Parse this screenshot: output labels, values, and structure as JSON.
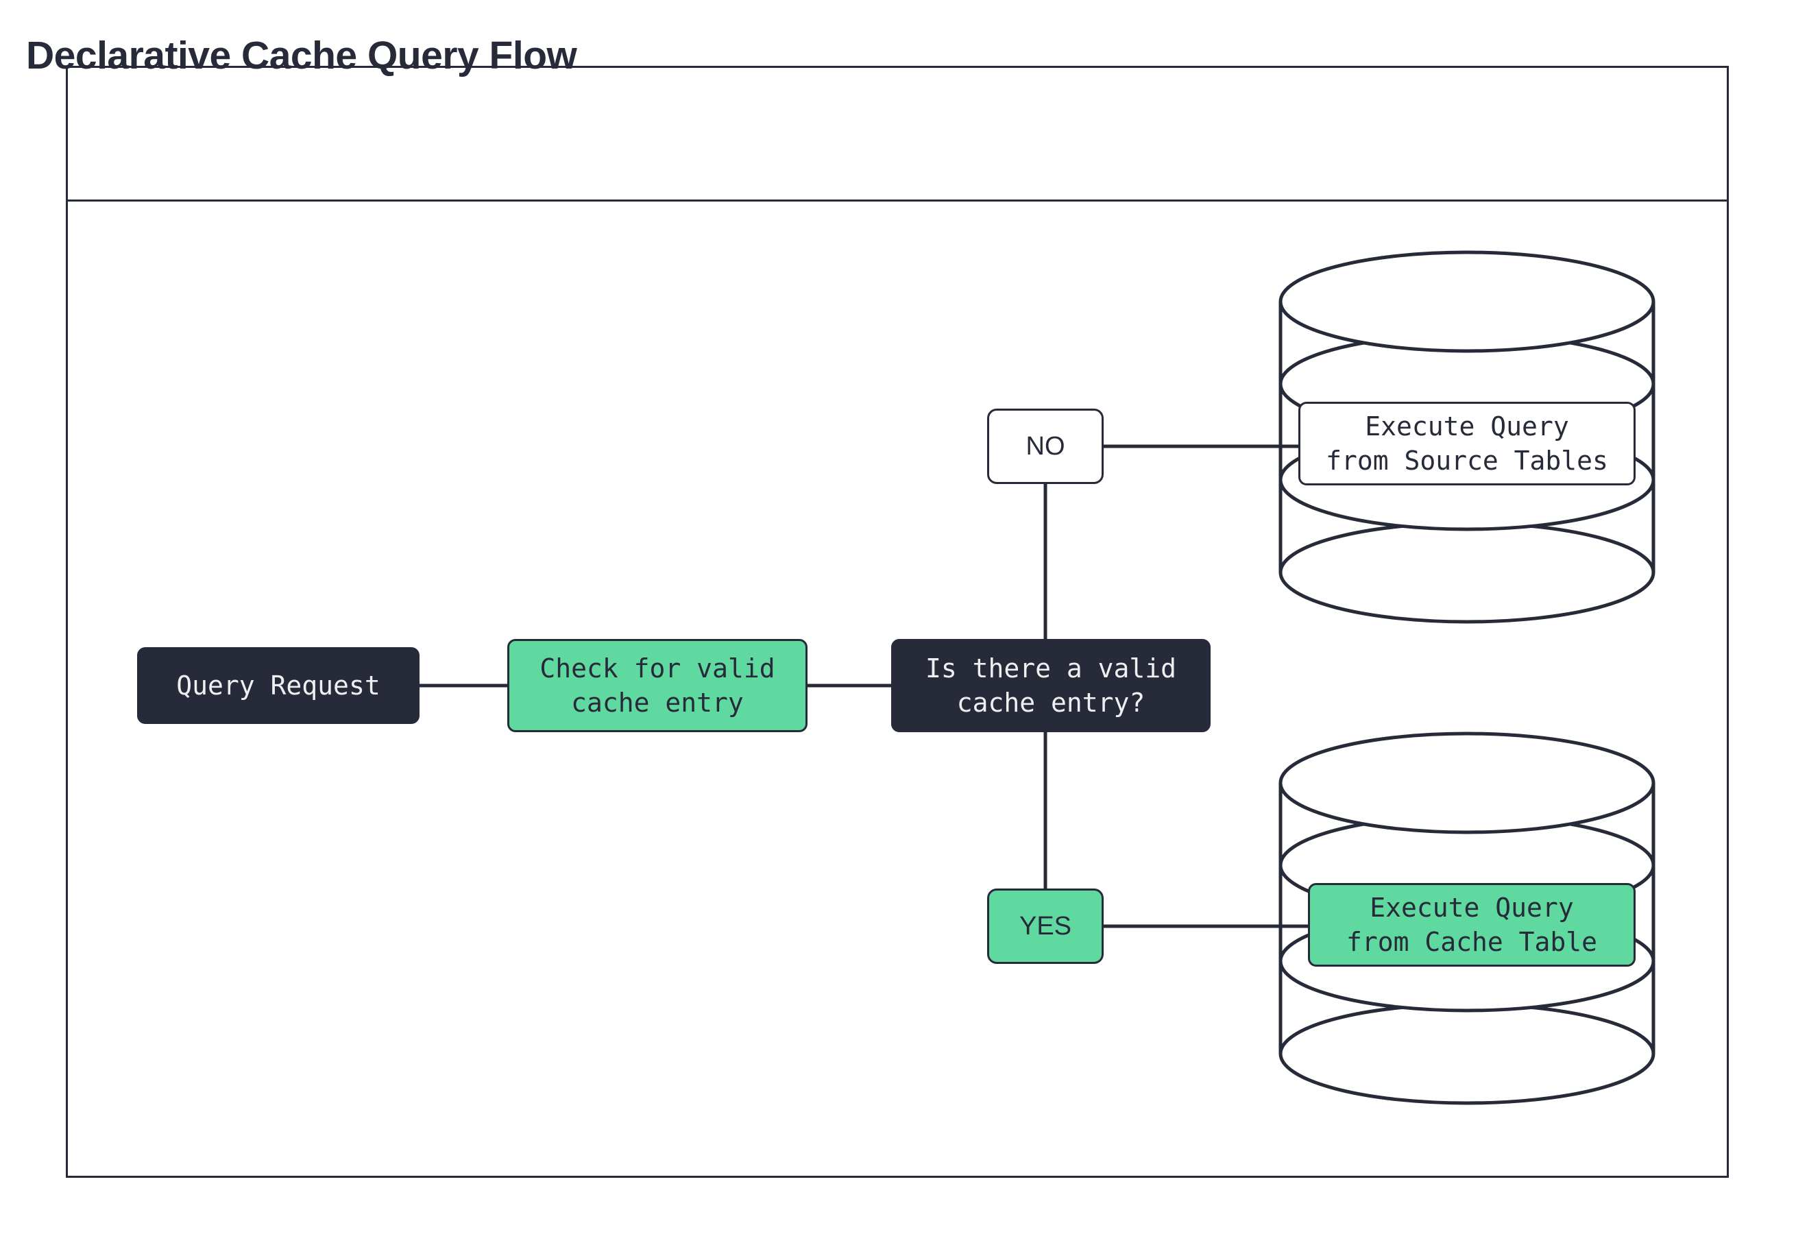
{
  "title": "Declarative Cache Query Flow",
  "colors": {
    "ink": "#272A38",
    "accent_green": "#5FD9A0",
    "surface": "#FFFFFF",
    "dark_text": "#EFEFF2"
  },
  "flow": {
    "start_node": {
      "label": "Query Request",
      "style": "dark"
    },
    "process_node": {
      "label": "Check for valid\ncache entry",
      "style": "green"
    },
    "decision_node": {
      "label": "Is there a valid\ncache entry?",
      "style": "dark"
    },
    "branch_no": {
      "label": "NO",
      "style": "white"
    },
    "branch_yes": {
      "label": "YES",
      "style": "green"
    },
    "database_source": {
      "label": "Execute Query\nfrom Source Tables",
      "style": "white",
      "shape": "database-cylinder-icon"
    },
    "database_cache": {
      "label": "Execute Query\nfrom Cache Table",
      "style": "green",
      "shape": "database-cylinder-icon"
    }
  }
}
